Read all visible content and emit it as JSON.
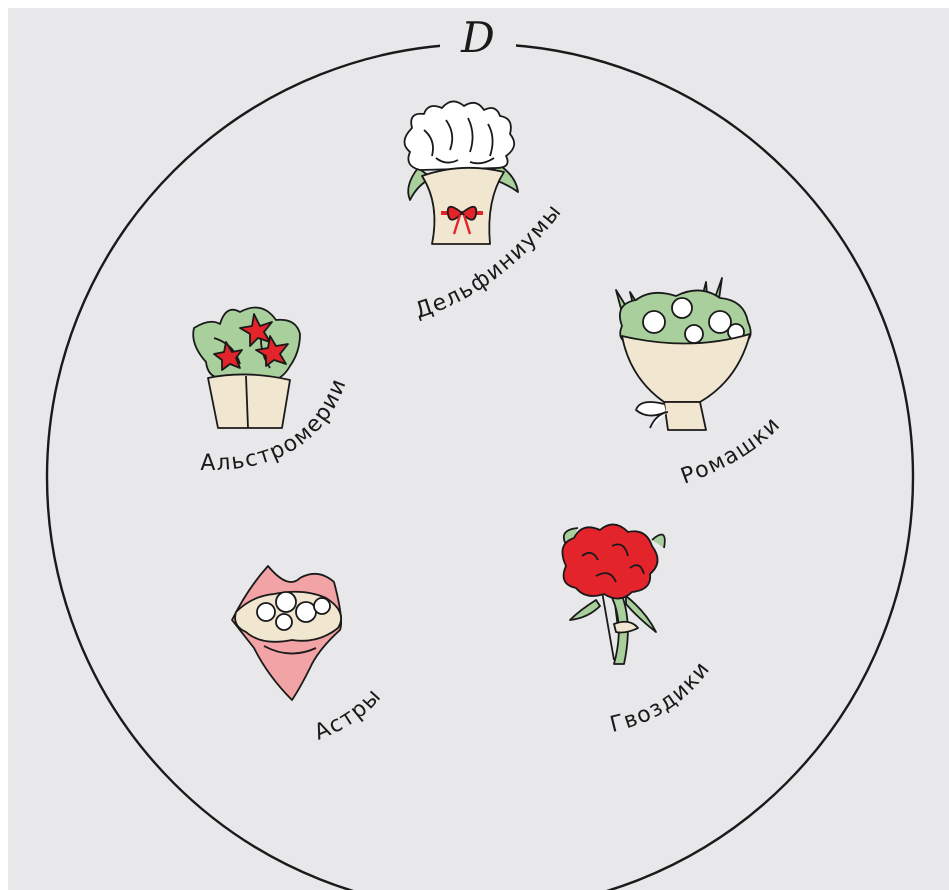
{
  "set": {
    "name": "D",
    "outline_color": "#1a1a1a",
    "background_color": "#e8e8ea"
  },
  "bouquets": [
    {
      "label": "Дельфиниумы",
      "icon": "delphinium-bouquet-icon"
    },
    {
      "label": "Ромашки",
      "icon": "chamomile-bouquet-icon"
    },
    {
      "label": "Альстромерии",
      "icon": "alstroemeria-pot-icon"
    },
    {
      "label": "Гвоздики",
      "icon": "carnation-bouquet-icon"
    },
    {
      "label": "Астры",
      "icon": "aster-bouquet-icon"
    }
  ],
  "colors": {
    "wrap_cream": "#f1e6cf",
    "leaf_green": "#a9cf9c",
    "flower_red": "#e3242b",
    "wrap_pink": "#f2a3a6",
    "petal_white": "#ffffff"
  }
}
